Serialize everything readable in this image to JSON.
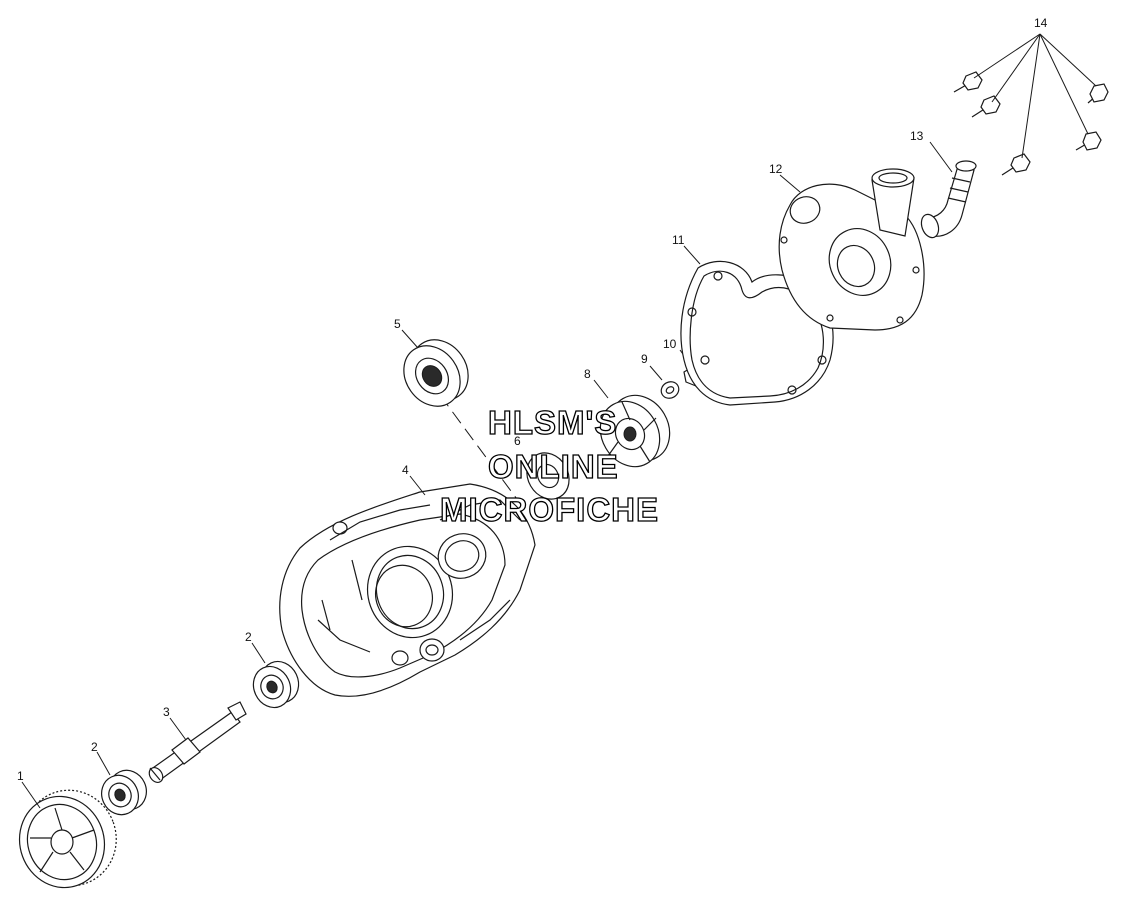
{
  "watermark": {
    "line1": "HLSM'S",
    "line2": "ONLINE",
    "line3": "MICROFICHE"
  },
  "callouts": {
    "c1": "1",
    "c2a": "2",
    "c2b": "2",
    "c3": "3",
    "c4": "4",
    "c5": "5",
    "c6": "6",
    "c8": "8",
    "c9": "9",
    "c10": "10",
    "c11": "11",
    "c12": "12",
    "c13": "13",
    "c14": "14"
  },
  "colors": {
    "line": "#1a1a1a",
    "background": "#ffffff"
  }
}
